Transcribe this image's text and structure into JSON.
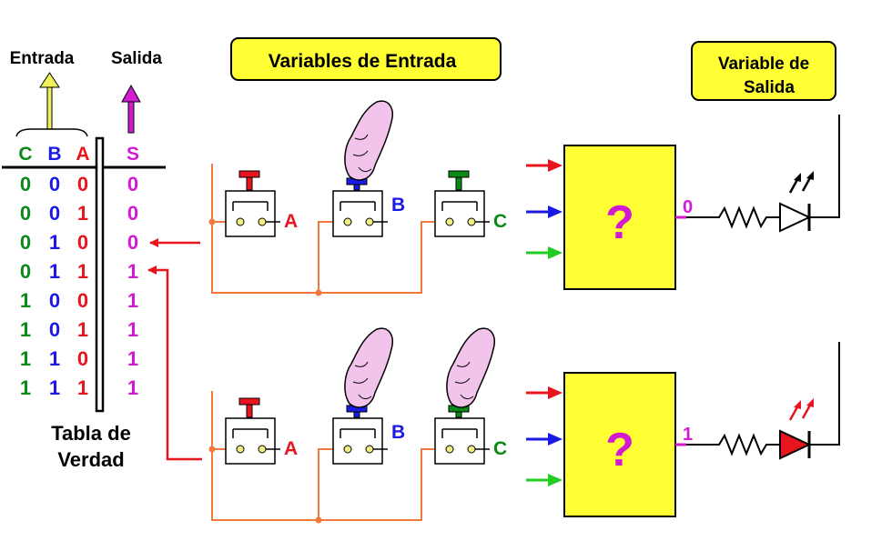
{
  "labels": {
    "entrada": "Entrada",
    "salida": "Salida",
    "variables_entrada": "Variables de Entrada",
    "variable_salida_1": "Variable de",
    "variable_salida_2": "Salida",
    "tabla_1": "Tabla de",
    "tabla_2": "Verdad",
    "question": "?"
  },
  "colors": {
    "a": "#e8141e",
    "b": "#1a1ae6",
    "c": "#0a8a14",
    "s": "#d21ad2",
    "box_fill": "#ffff33",
    "wire": "#f07a3c",
    "arrow_yellow": "#f0f05a",
    "arrow_green": "#22cc22",
    "finger": "#f2c4ec"
  },
  "truth_table": {
    "headers": [
      "C",
      "B",
      "A",
      "S"
    ],
    "rows": [
      [
        "0",
        "0",
        "0",
        "0"
      ],
      [
        "0",
        "0",
        "1",
        "0"
      ],
      [
        "0",
        "1",
        "0",
        "0"
      ],
      [
        "0",
        "1",
        "1",
        "1"
      ],
      [
        "1",
        "0",
        "0",
        "1"
      ],
      [
        "1",
        "0",
        "1",
        "1"
      ],
      [
        "1",
        "1",
        "0",
        "1"
      ],
      [
        "1",
        "1",
        "1",
        "1"
      ]
    ]
  },
  "circuits": [
    {
      "switch_labels": [
        "A",
        "B",
        "C"
      ],
      "pressed": [
        false,
        true,
        false
      ],
      "output": "0",
      "led_on": false
    },
    {
      "switch_labels": [
        "A",
        "B",
        "C"
      ],
      "pressed": [
        false,
        true,
        true
      ],
      "output": "1",
      "led_on": true
    }
  ]
}
